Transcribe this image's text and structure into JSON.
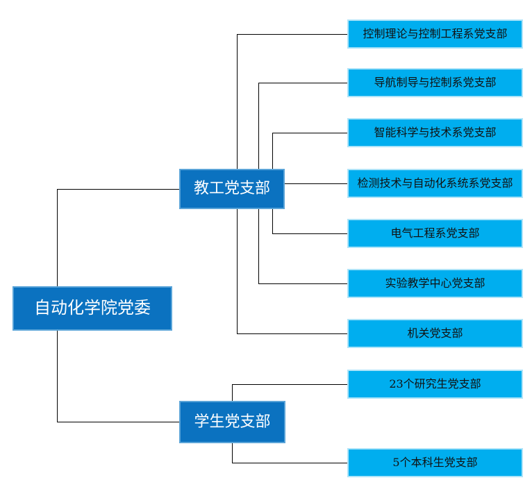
{
  "diagram": {
    "type": "org-chart",
    "colors": {
      "primary": "#0b72c0",
      "primary_border": "#5aa4d8",
      "primary_text": "#ffffff",
      "secondary": "#00aeef",
      "secondary_border": "#aee4f9",
      "secondary_text": "#111111",
      "line": "#000000",
      "background": "#ffffff"
    },
    "root": {
      "label": "自动化学院党委"
    },
    "branches": [
      {
        "label": "教工党支部",
        "children": [
          "控制理论与控制工程系党支部",
          "导航制导与控制系党支部",
          "智能科学与技术系党支部",
          "检测技术与自动化系统系党支部",
          "电气工程系党支部",
          "实验教学中心党支部",
          "机关党支部"
        ]
      },
      {
        "label": "学生党支部",
        "children": [
          "23个研究生党支部",
          "5个本科生党支部"
        ]
      }
    ]
  }
}
